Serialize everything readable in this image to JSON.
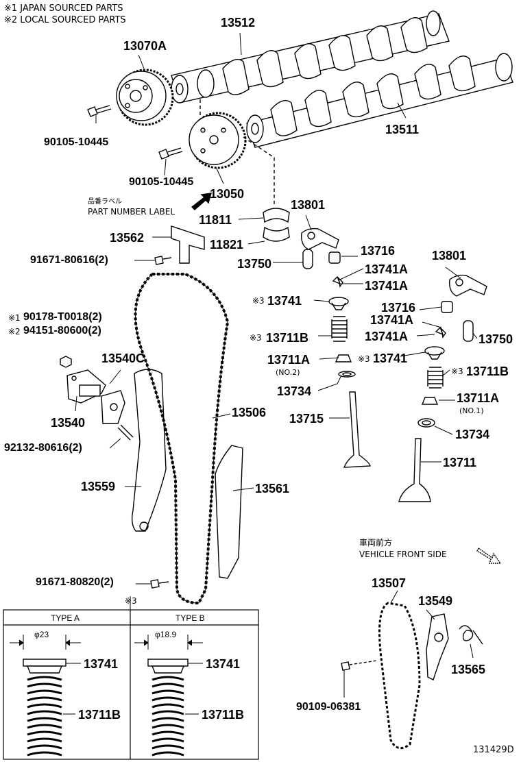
{
  "notes": {
    "n1": "※1 JAPAN SOURCED PARTS",
    "n2": "※2 LOCAL SOURCED PARTS",
    "part_label_jp": "品番ラベル",
    "part_label_en": "PART NUMBER LABEL",
    "vehicle_front_jp": "車両前方",
    "vehicle_front_en": "VEHICLE FRONT SIDE",
    "star3": "※3",
    "star3_inline": "※3",
    "star1_inline": "※1",
    "star2_inline": "※2",
    "diagram_id": "131429D"
  },
  "parts": {
    "p13512": "13512",
    "p13070A": "13070A",
    "p90105a": "90105-10445",
    "p13511": "13511",
    "p90105b": "90105-10445",
    "p13050": "13050",
    "p13801a": "13801",
    "p11811": "11811",
    "p11821": "11821",
    "p13562": "13562",
    "p91671a": "91671-80616(2)",
    "p13750a": "13750",
    "p13716a": "13716",
    "p13741Aa": "13741A",
    "p13741Ab": "13741A",
    "p13741a": "13741",
    "p13801b": "13801",
    "p13716b": "13716",
    "p13741Ac": "13741A",
    "p13741Ad": "13741A",
    "p13750b": "13750",
    "p90178": "90178-T0018(2)",
    "p94151": "94151-80600(2)",
    "p13711Ba": "13711B",
    "p13540C": "13540C",
    "p13711Aa": "13711A",
    "no2": "(NO.2)",
    "p13741b": "13741",
    "p13711Bb": "13711B",
    "p13734a": "13734",
    "p13711Ab": "13711A",
    "no1": "(NO.1)",
    "p13540": "13540",
    "p13506": "13506",
    "p13715": "13715",
    "p13734b": "13734",
    "p92132": "92132-80616(2)",
    "p13711": "13711",
    "p13559": "13559",
    "p13561": "13561",
    "p91671b": "91671-80820(2)",
    "p13507": "13507",
    "p13549": "13549",
    "p13565": "13565",
    "p90109": "90109-06381"
  },
  "inset": {
    "typeA": "TYPE A",
    "typeB": "TYPE B",
    "diaA": "φ23",
    "diaB": "φ18.9",
    "a13741": "13741",
    "a13711B": "13711B",
    "b13741": "13741",
    "b13711B": "13711B"
  }
}
